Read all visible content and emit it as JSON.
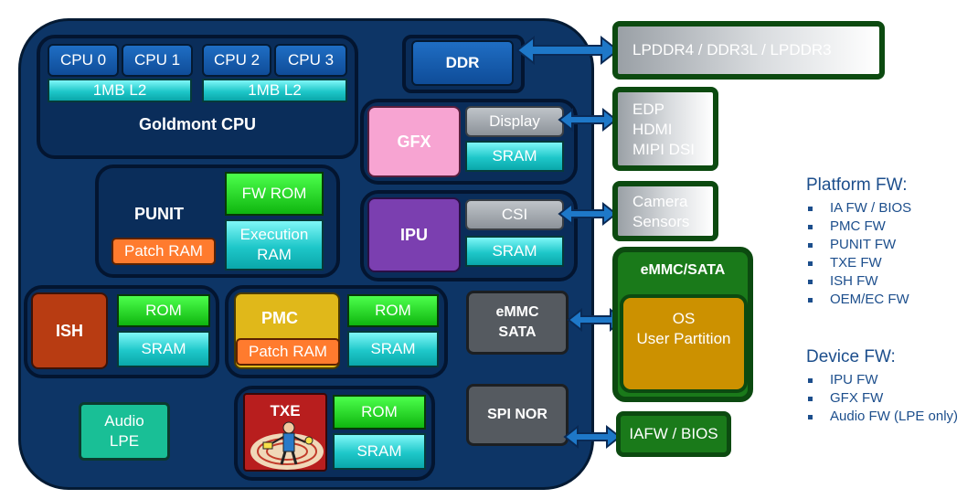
{
  "soc": {
    "cpu": {
      "cores": [
        "CPU 0",
        "CPU 1",
        "CPU 2",
        "CPU 3"
      ],
      "l2": [
        "1MB L2",
        "1MB L2"
      ],
      "label": "Goldmont CPU"
    },
    "ddr": "DDR",
    "gfx": {
      "label": "GFX",
      "display": "Display",
      "sram": "SRAM"
    },
    "punit": {
      "label": "PUNIT",
      "patch_ram": "Patch RAM",
      "fw_rom": "FW ROM",
      "exec_ram_line1": "Execution",
      "exec_ram_line2": "RAM"
    },
    "ipu": {
      "label": "IPU",
      "csi": "CSI",
      "sram": "SRAM"
    },
    "ish": {
      "label": "ISH",
      "rom": "ROM",
      "sram": "SRAM"
    },
    "pmc": {
      "label": "PMC",
      "patch_ram": "Patch RAM",
      "rom": "ROM",
      "sram": "SRAM"
    },
    "emmc": {
      "line1": "eMMC",
      "line2": "SATA"
    },
    "audio": {
      "line1": "Audio",
      "line2": "LPE"
    },
    "txe": {
      "label": "TXE",
      "rom": "ROM",
      "sram": "SRAM"
    },
    "spi": "SPI NOR"
  },
  "external": {
    "memory": "LPDDR4 / DDR3L / LPDDR3",
    "display": [
      "EDP",
      "HDMI",
      "MIPI DSI"
    ],
    "camera": [
      "Camera",
      "Sensors"
    ],
    "storage": {
      "title": "eMMC/SATA",
      "os_line1": "OS",
      "os_line2": "User Partition"
    },
    "iafw": "IAFW / BIOS"
  },
  "sidebar": {
    "platform_title": "Platform FW:",
    "platform_items": [
      "IA FW / BIOS",
      "PMC FW",
      "PUNIT FW",
      "TXE FW",
      "ISH FW",
      "OEM/EC FW"
    ],
    "device_title": "Device FW:",
    "device_items": [
      "IPU FW",
      "GFX FW",
      "Audio FW (LPE only)"
    ]
  },
  "colors": {
    "soc_bg": "#0d3566",
    "accent_blue": "#1f6ec4",
    "cyan": "#1ec7c9",
    "green": "#0fb60f",
    "ext_border": "#0c4a10",
    "text_blue": "#1c4e8c"
  }
}
